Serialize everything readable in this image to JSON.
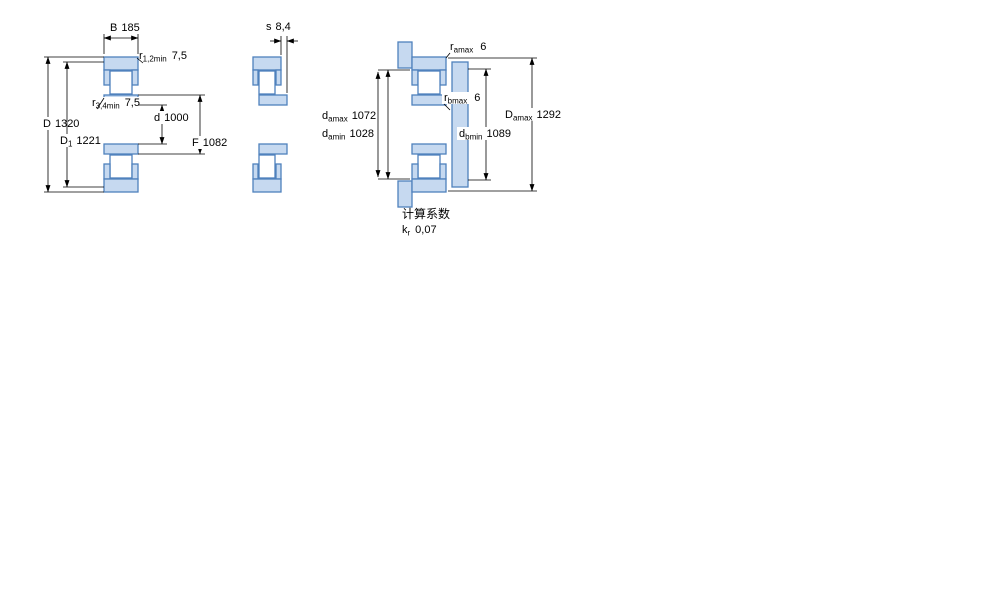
{
  "colors": {
    "part_fill": "#c6d9f0",
    "part_stroke": "#4f81bd",
    "dim_line": "#000000",
    "background": "#ffffff"
  },
  "dims": {
    "B": {
      "label": "B",
      "value": "185"
    },
    "r12": {
      "label": "r",
      "sub": "1,2min",
      "value": "7,5"
    },
    "r34": {
      "label": "r",
      "sub": "3,4min",
      "value": "7,5"
    },
    "D": {
      "label": "D",
      "value": "1320"
    },
    "D1": {
      "label": "D",
      "sub": "1",
      "value": "1221"
    },
    "d": {
      "label": "d",
      "value": "1000"
    },
    "F": {
      "label": "F",
      "value": "1082"
    },
    "s": {
      "label": "s",
      "value": "8,4"
    },
    "ramax": {
      "label": "r",
      "sub": "amax",
      "value": "6"
    },
    "rbmax": {
      "label": "r",
      "sub": "bmax",
      "value": "6"
    },
    "damax": {
      "label": "d",
      "sub": "amax",
      "value": "1072"
    },
    "damin": {
      "label": "d",
      "sub": "amin",
      "value": "1028"
    },
    "Damax": {
      "label": "D",
      "sub": "amax",
      "value": "1292"
    },
    "dbmin": {
      "label": "d",
      "sub": "bmin",
      "value": "1089"
    },
    "kr": {
      "label": "k",
      "sub": "r",
      "value": "0,07"
    }
  },
  "calc_factors": {
    "title": "计算系数"
  }
}
